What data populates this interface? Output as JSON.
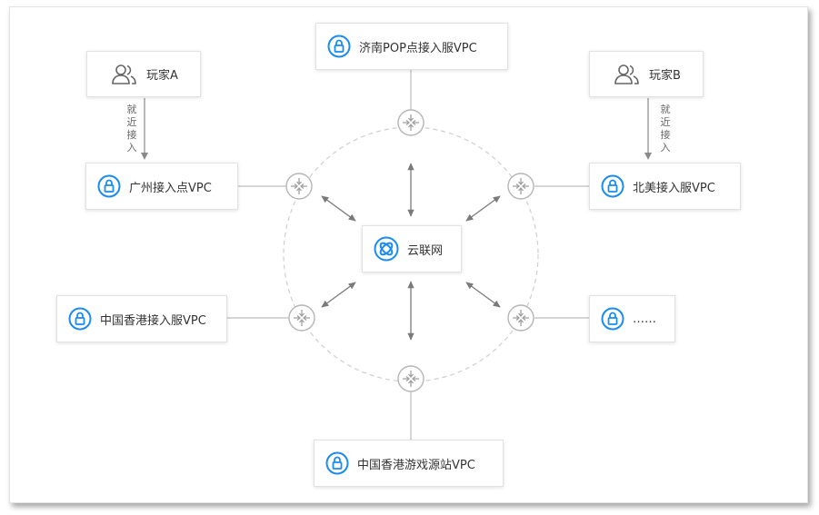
{
  "colors": {
    "accent": "#1a8bf0",
    "line": "#bdbdbd",
    "text": "#333333"
  },
  "center": {
    "label": "云联网",
    "icon": "ccn-logo-icon"
  },
  "nodes": {
    "jinan": {
      "label": "济南POP点接入服VPC",
      "icon": "lock-icon"
    },
    "player_a": {
      "label": "玩家A",
      "icon": "users-icon"
    },
    "player_b": {
      "label": "玩家B",
      "icon": "users-icon"
    },
    "guangzhou": {
      "label": "广州接入点VPC",
      "icon": "lock-icon"
    },
    "northamerica": {
      "label": "北美接入服VPC",
      "icon": "lock-icon"
    },
    "hongkong_access": {
      "label": "中国香港接入服VPC",
      "icon": "lock-icon"
    },
    "more": {
      "label": "……",
      "icon": "lock-icon"
    },
    "hongkong_game": {
      "label": "中国香港游戏源站VPC",
      "icon": "lock-icon"
    }
  },
  "edges": {
    "nearby_access_left": "就近接入",
    "nearby_access_right": "就近接入"
  }
}
